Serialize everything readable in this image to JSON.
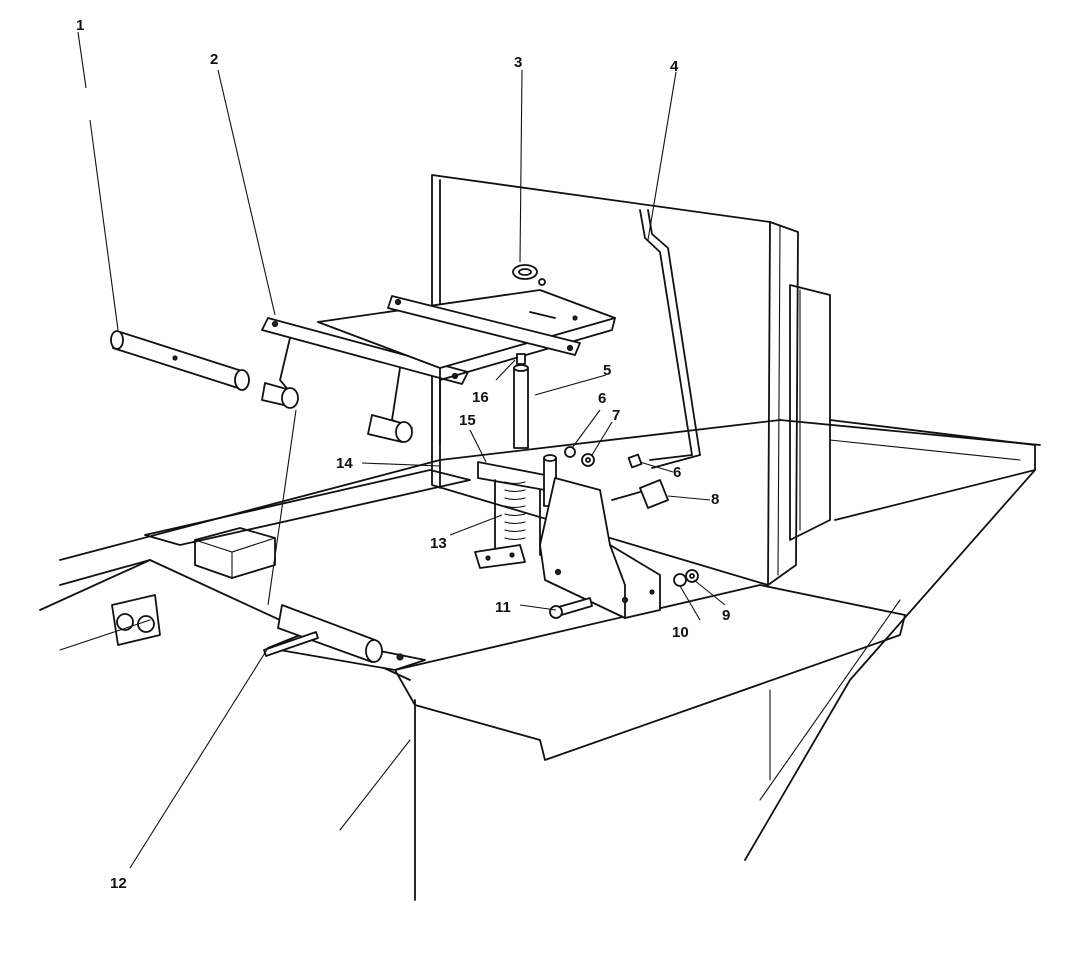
{
  "callouts": [
    {
      "id": "1",
      "label": "1"
    },
    {
      "id": "2",
      "label": "2"
    },
    {
      "id": "3",
      "label": "3"
    },
    {
      "id": "4",
      "label": "4"
    },
    {
      "id": "5",
      "label": "5"
    },
    {
      "id": "6a",
      "label": "6"
    },
    {
      "id": "6b",
      "label": "6"
    },
    {
      "id": "7",
      "label": "7"
    },
    {
      "id": "8",
      "label": "8"
    },
    {
      "id": "9",
      "label": "9"
    },
    {
      "id": "10",
      "label": "10"
    },
    {
      "id": "11",
      "label": "11"
    },
    {
      "id": "12",
      "label": "12"
    },
    {
      "id": "13",
      "label": "13"
    },
    {
      "id": "14",
      "label": "14"
    },
    {
      "id": "15",
      "label": "15"
    },
    {
      "id": "16",
      "label": "16"
    }
  ]
}
